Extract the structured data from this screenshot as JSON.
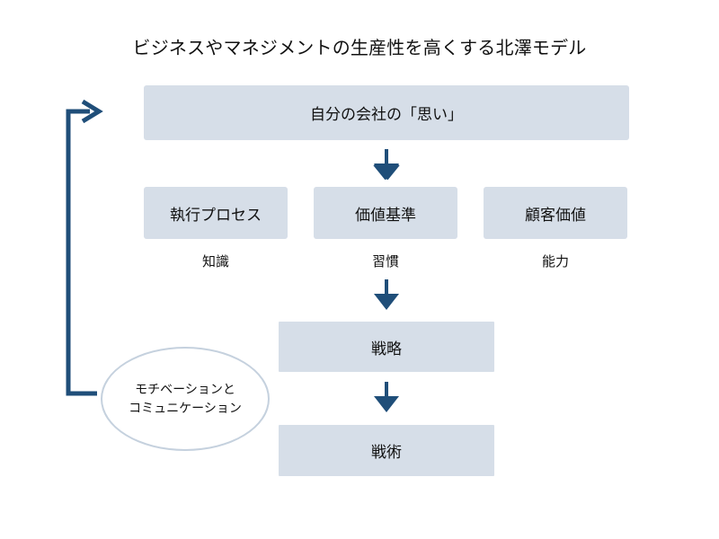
{
  "diagram": {
    "title": "ビジネスやマネジメントの生産性を高くする北澤モデル",
    "colors": {
      "box_fill": "#d6dee8",
      "arrow": "#1f4e79",
      "bracket": "#1f4e79",
      "ellipse_border": "#c5d1de",
      "text": "#111111",
      "background": "#ffffff"
    },
    "top_box": {
      "label": "自分の会社の「思い」"
    },
    "middle_boxes": [
      {
        "label": "執行プロセス",
        "sublabel": "知識"
      },
      {
        "label": "価値基準",
        "sublabel": "習慣"
      },
      {
        "label": "顧客価値",
        "sublabel": "能力"
      }
    ],
    "strategy_box": {
      "label": "戦略"
    },
    "tactics_box": {
      "label": "戦術"
    },
    "ellipse": {
      "line1": "モチベーションと",
      "line2": "コミュニケーション"
    },
    "connectors": [
      {
        "name": "arrow-top-to-middle",
        "direction": "down"
      },
      {
        "name": "arrow-middle-to-strategy",
        "direction": "down"
      },
      {
        "name": "arrow-strategy-to-tactics",
        "direction": "down"
      },
      {
        "name": "feedback-bracket",
        "direction": "up-then-right"
      }
    ]
  }
}
